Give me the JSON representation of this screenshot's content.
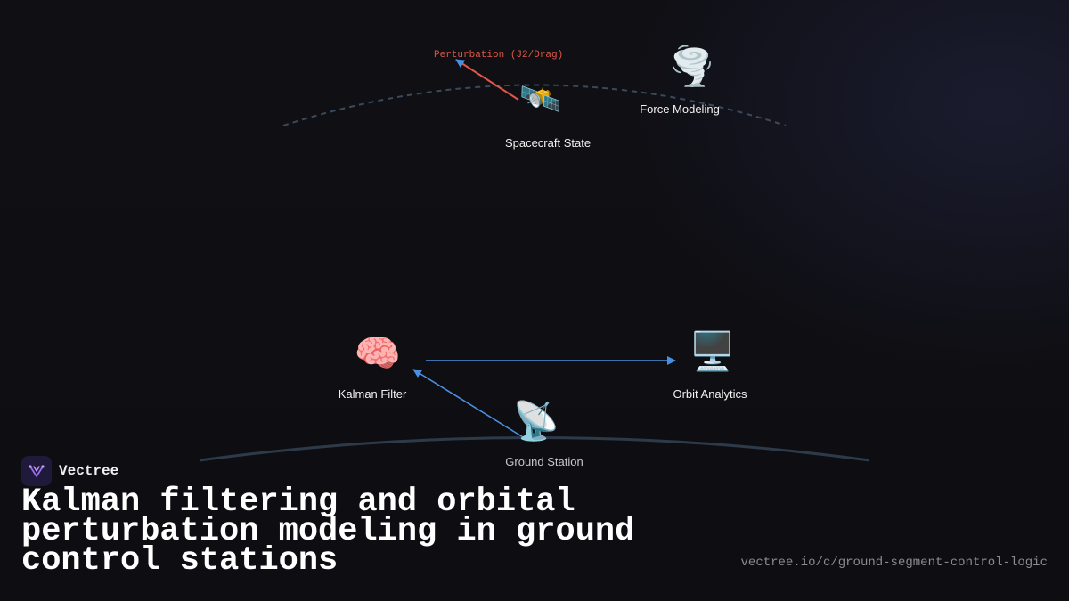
{
  "diagram": {
    "annotation": "Perturbation (J2/Drag)",
    "nodes": [
      {
        "id": "spacecraft",
        "label": "Spacecraft State",
        "icon": "satellite-icon",
        "glyph": "🛰️"
      },
      {
        "id": "force",
        "label": "Force Modeling",
        "icon": "tornado-icon",
        "glyph": "🌪️"
      },
      {
        "id": "kalman",
        "label": "Kalman Filter",
        "icon": "brain-icon",
        "glyph": "🧠"
      },
      {
        "id": "analytics",
        "label": "Orbit Analytics",
        "icon": "desktop-computer-icon",
        "glyph": "🖥️"
      },
      {
        "id": "ground",
        "label": "Ground Station",
        "icon": "satellite-dish-icon",
        "glyph": "📡"
      }
    ],
    "edges": [
      {
        "from": "spacecraft",
        "to": "annotation",
        "color": "#e0574a"
      },
      {
        "from": "kalman",
        "to": "analytics",
        "color": "#4a90e2"
      },
      {
        "from": "ground",
        "to": "kalman",
        "color": "#4a90e2"
      }
    ]
  },
  "brand": {
    "name": "Vectree",
    "logo_icon": "vectree-logo-icon"
  },
  "headline": "Kalman filtering and orbital perturbation modeling in ground control stations",
  "url": "vectree.io/c/ground-segment-control-logic",
  "colors": {
    "background": "#0e0e12",
    "arrow_blue": "#4a90e2",
    "arrow_red": "#e0574a",
    "annotation_red": "#e0574a",
    "orbit_line": "#3a4a5c"
  }
}
